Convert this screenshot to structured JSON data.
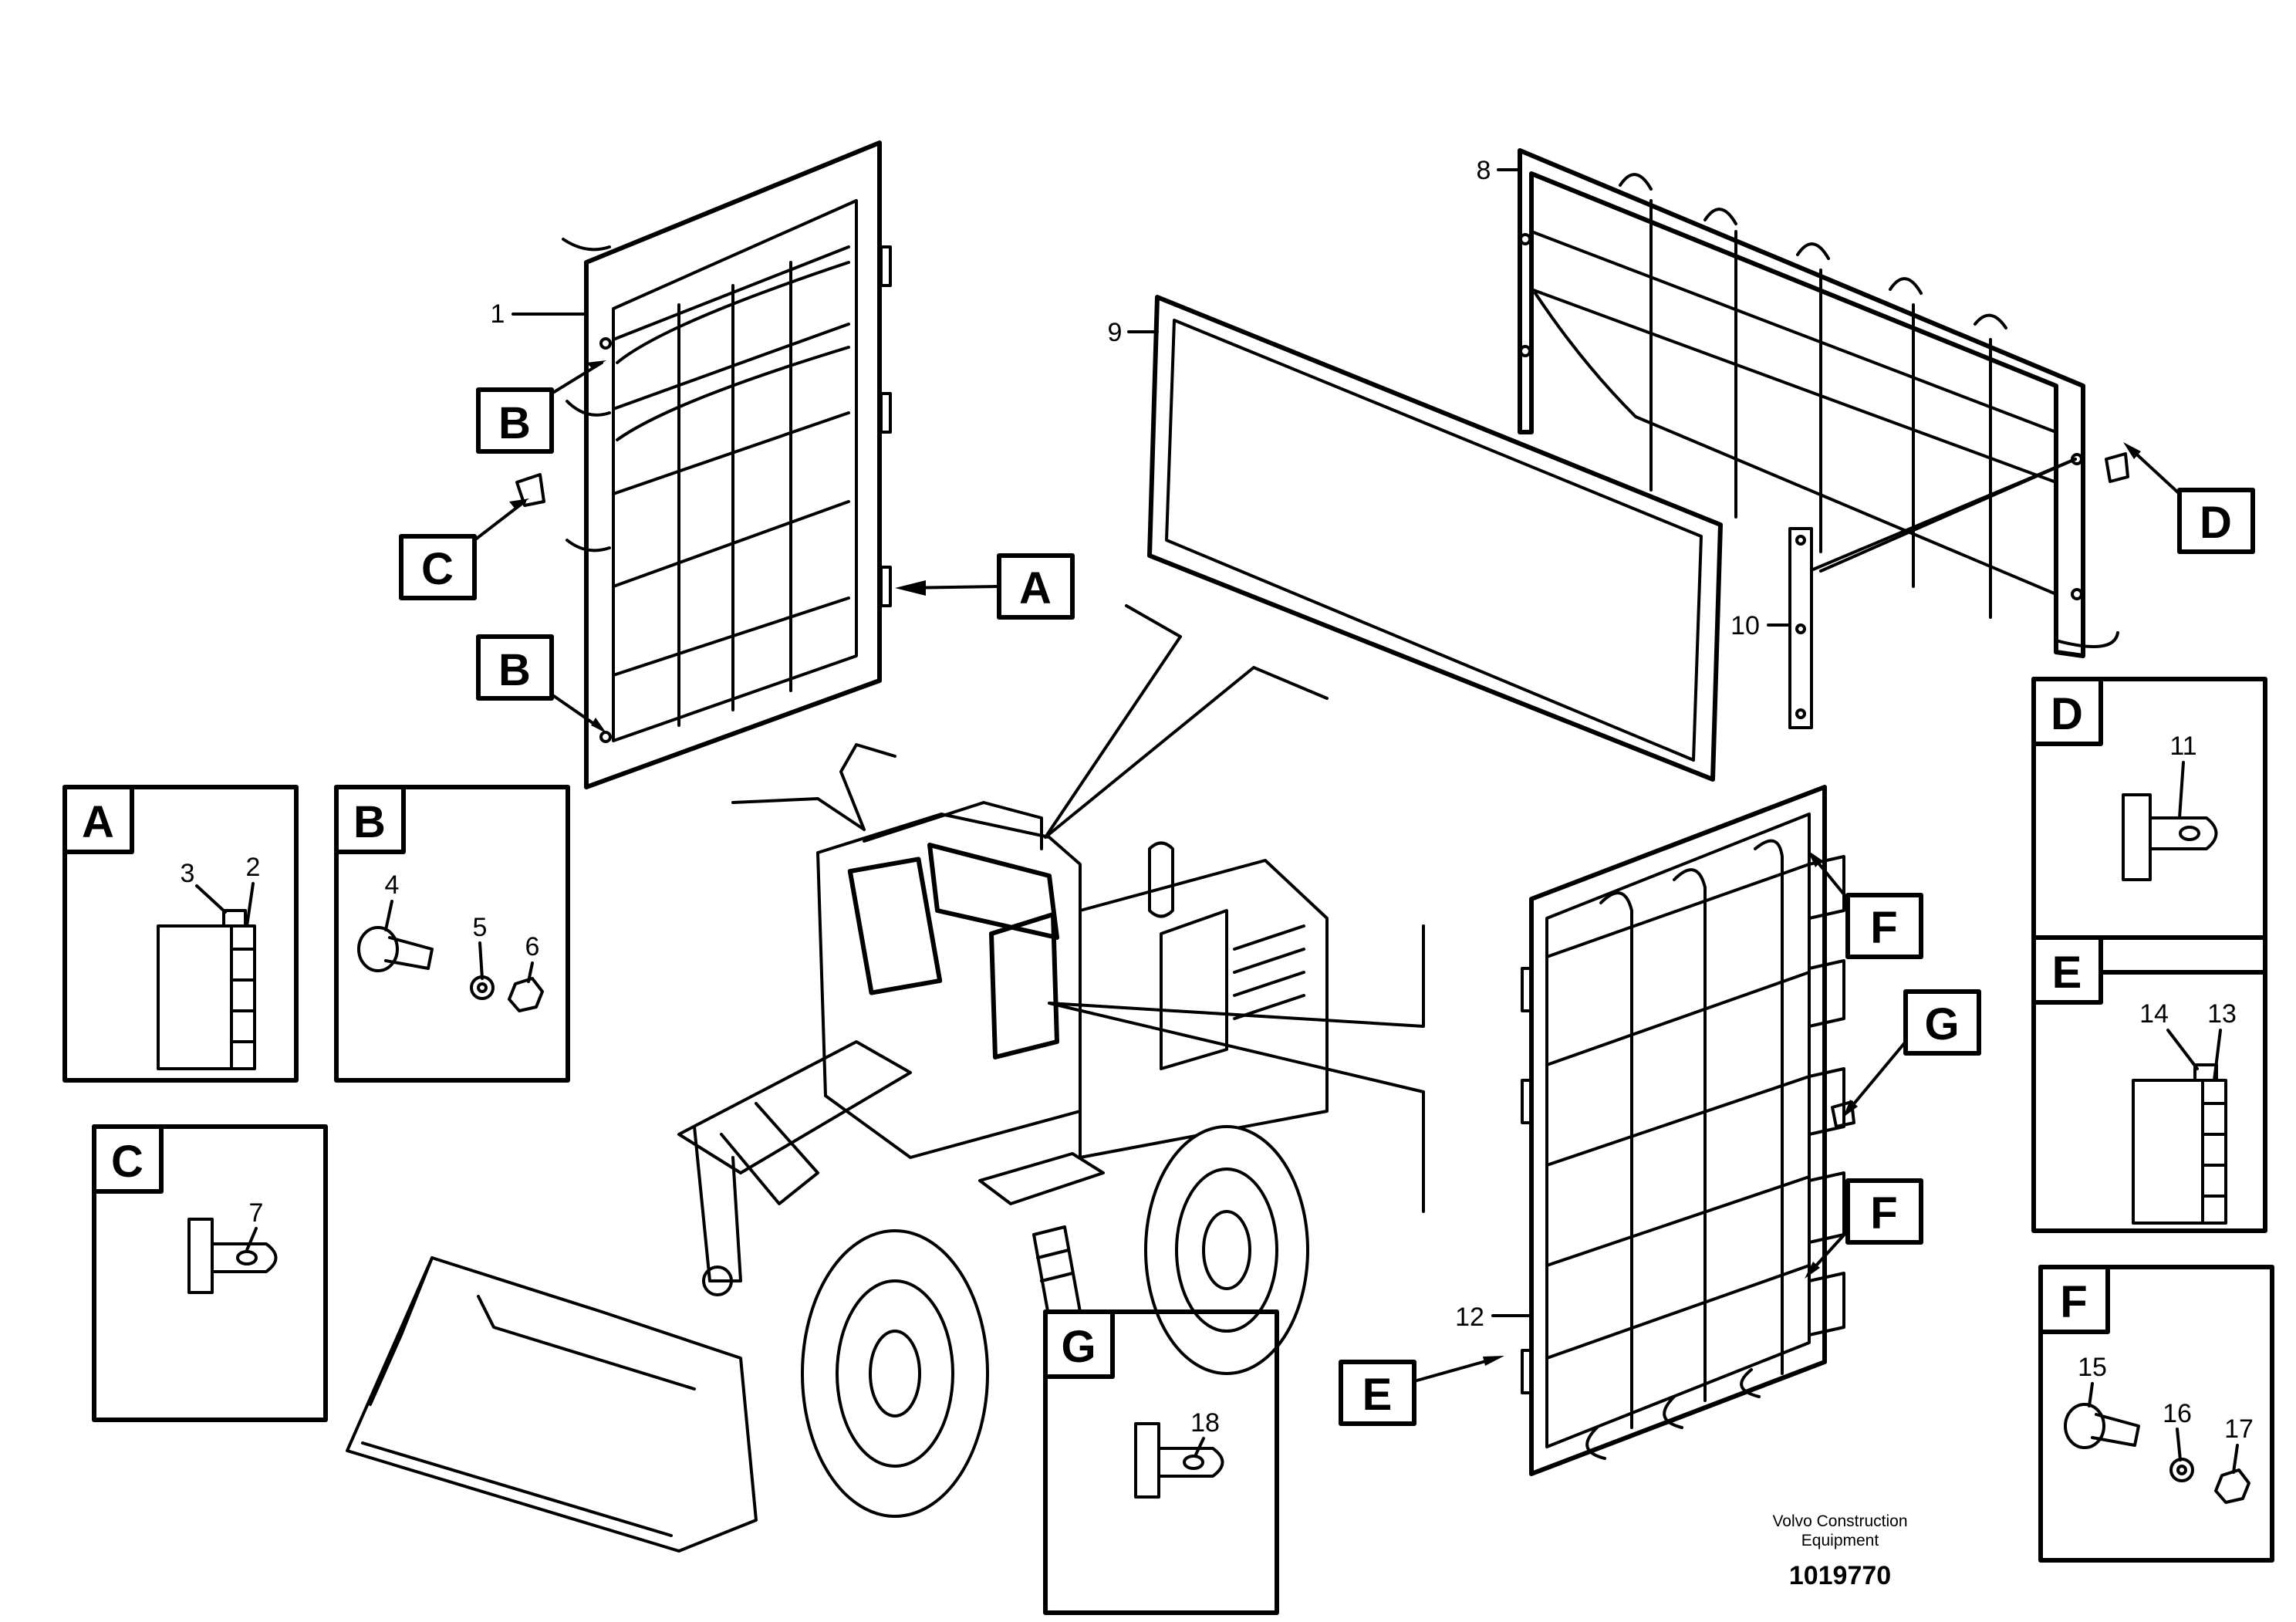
{
  "callouts": {
    "A": "A",
    "B": "B",
    "C": "C",
    "D": "D",
    "E": "E",
    "F": "F",
    "G": "G"
  },
  "parts": {
    "p1": "1",
    "p2": "2",
    "p3": "3",
    "p4": "4",
    "p5": "5",
    "p6": "6",
    "p7": "7",
    "p8": "8",
    "p9": "9",
    "p10": "10",
    "p11": "11",
    "p12": "12",
    "p13": "13",
    "p14": "14",
    "p15": "15",
    "p16": "16",
    "p17": "17",
    "p18": "18"
  },
  "credit": {
    "line1": "Volvo Construction",
    "line2": "Equipment",
    "number": "1019770"
  }
}
